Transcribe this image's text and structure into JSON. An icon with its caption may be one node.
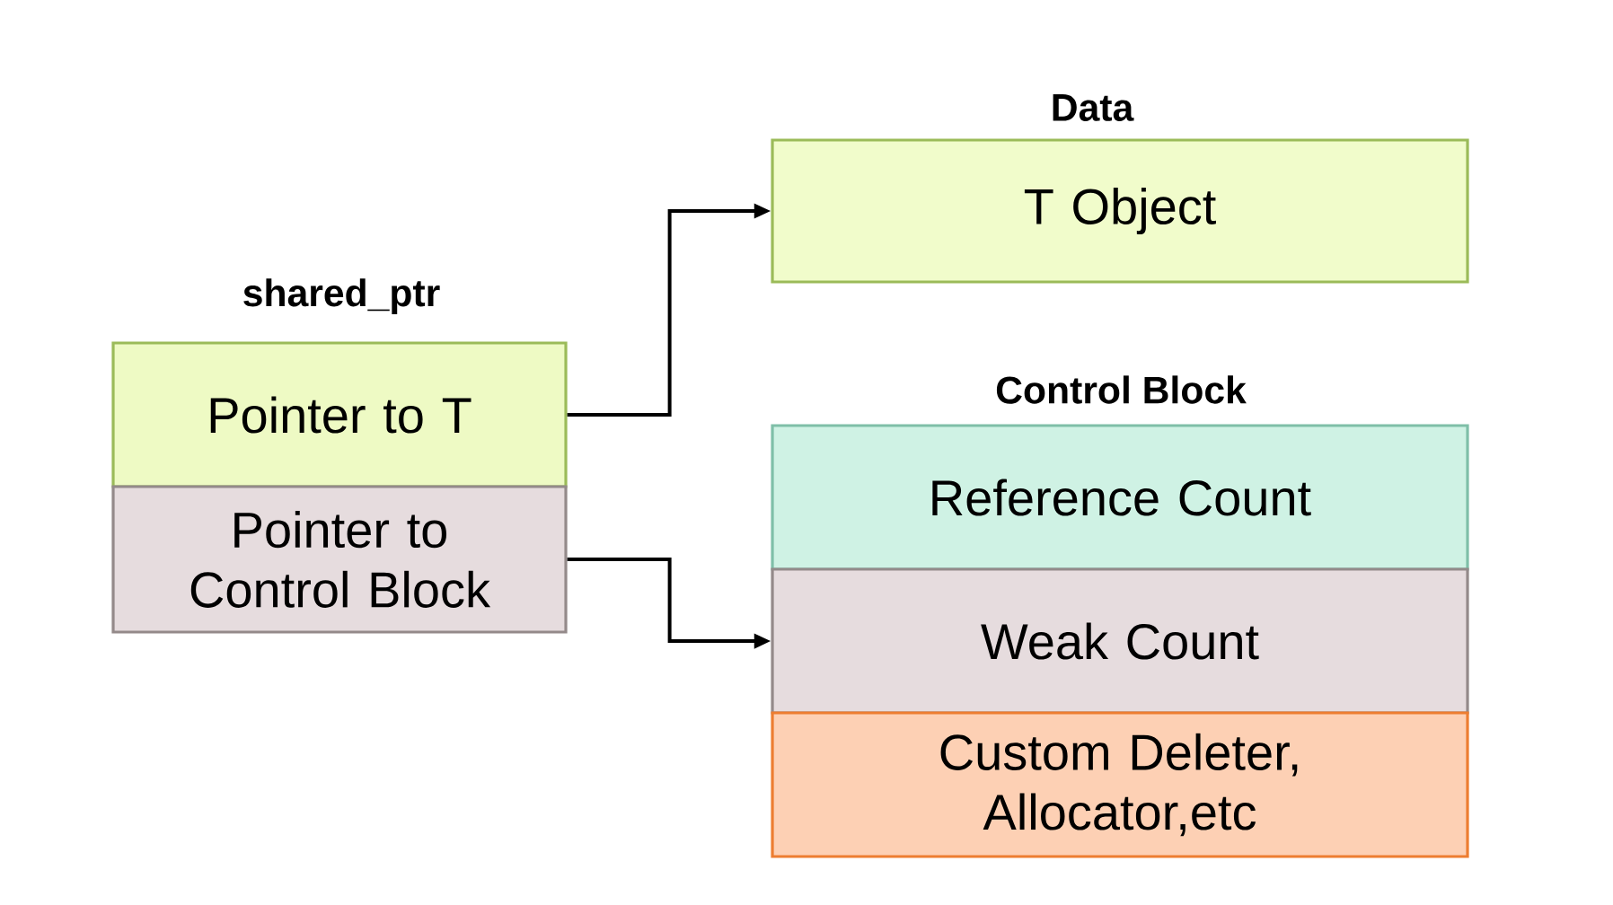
{
  "diagram": {
    "nodes": [
      {
        "text": [
          "T Object"
        ]
      },
      {
        "text": [
          "Pointer to T"
        ]
      },
      {
        "text": [
          "Pointer to Control Block"
        ]
      },
      {
        "text": [
          "Reference Count"
        ]
      },
      {
        "text": [
          "Weak Count"
        ]
      },
      {
        "text": [
          "Custom Deleter, Allocator,etc"
        ]
      }
    ],
    "edges": [
      {
        "from": 1,
        "to": 0,
        "arrow": "to"
      },
      {
        "from": 2,
        "to": 4,
        "arrow": "to"
      }
    ],
    "labels": [
      "Data",
      "shared_ptr",
      "Control Block"
    ]
  }
}
